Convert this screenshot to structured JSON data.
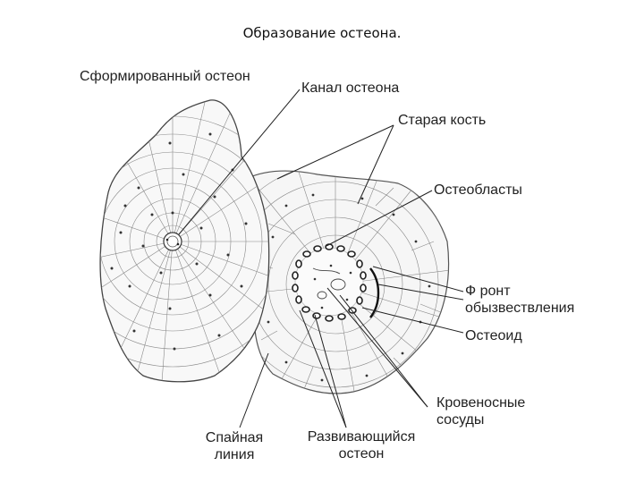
{
  "title": "Образование остеона.",
  "labels": {
    "formed_osteon": "Сформированный остеон",
    "osteon_canal": "Канал остеона",
    "old_bone": "Старая кость",
    "osteoblasts": "Остеобласты",
    "calcification_front_1": "Ф ронт",
    "calcification_front_2": "обызвествления",
    "osteoid": "Остеоид",
    "blood_vessels_1": "Кровеносные",
    "blood_vessels_2": "сосуды",
    "cement_line_1": "Спайная",
    "cement_line_2": "линия",
    "developing_osteon_1": "Развивающийся",
    "developing_osteon_2": "остеон"
  }
}
